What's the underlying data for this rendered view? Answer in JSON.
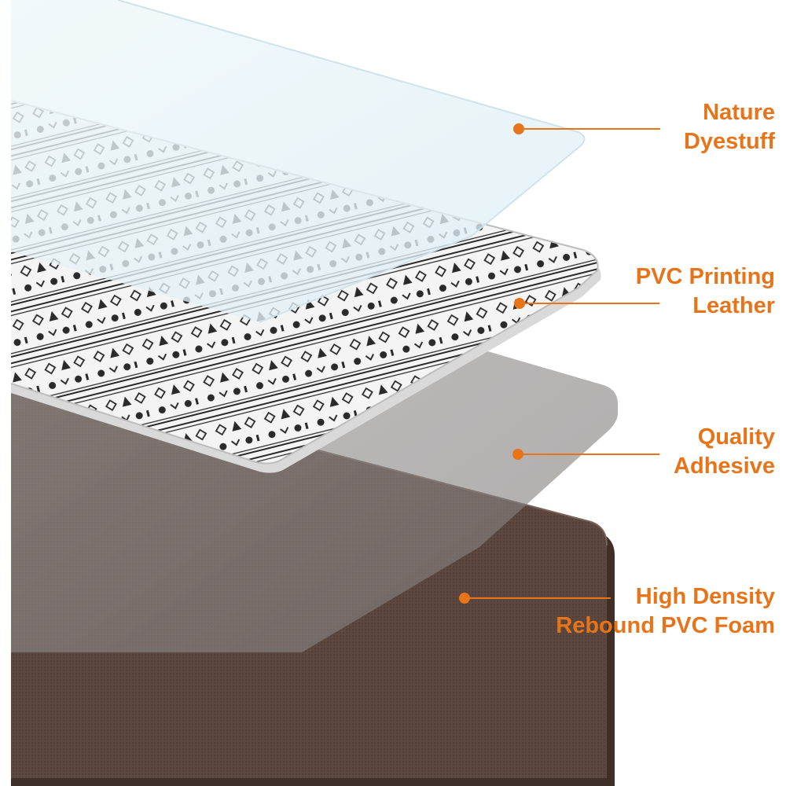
{
  "accent_color": "#e8741a",
  "layers": [
    {
      "line1": "Nature",
      "line2": "Dyestuff"
    },
    {
      "line1": "PVC Printing",
      "line2": "Leather"
    },
    {
      "line1": "Quality",
      "line2": "Adhesive"
    },
    {
      "line1": "High Density",
      "line2": "Rebound PVC Foam"
    }
  ],
  "colors": {
    "film": "#e7f3f7",
    "leather": "#f2f2f2",
    "pattern": "#2a2a2a",
    "adhesive": "#8d8b8a",
    "foam": "#5b463e",
    "foam_edge": "#3f2f29"
  }
}
